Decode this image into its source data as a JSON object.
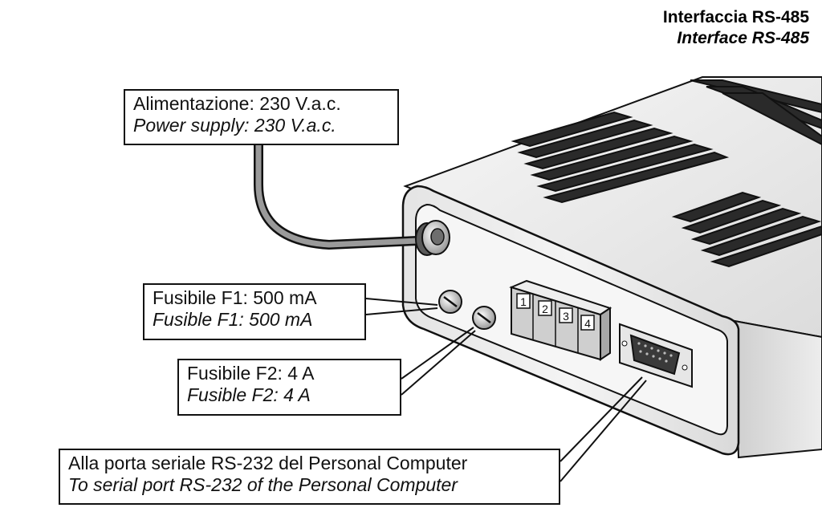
{
  "header": {
    "title_it": "Interfaccia RS-485",
    "title_en": "Interface RS-485"
  },
  "callouts": {
    "power": {
      "it": "Alimentazione: 230 V.a.c.",
      "en": "Power supply: 230 V.a.c."
    },
    "fuse_f1": {
      "it": "Fusibile F1: 500 mA",
      "en": "Fusible F1: 500 mA"
    },
    "fuse_f2": {
      "it": "Fusibile F2: 4 A",
      "en": "Fusible F2: 4 A"
    },
    "serial_port": {
      "it": "Alla porta seriale RS-232 del Personal Computer",
      "en": "To serial port RS-232 of the Personal Computer"
    }
  },
  "terminal_pins": [
    "1",
    "2",
    "3",
    "4"
  ],
  "colors": {
    "ink": "#111111",
    "case_light": "#f2f2f2",
    "case_mid": "#d6d6d6",
    "case_dark": "#b4b4b4"
  }
}
